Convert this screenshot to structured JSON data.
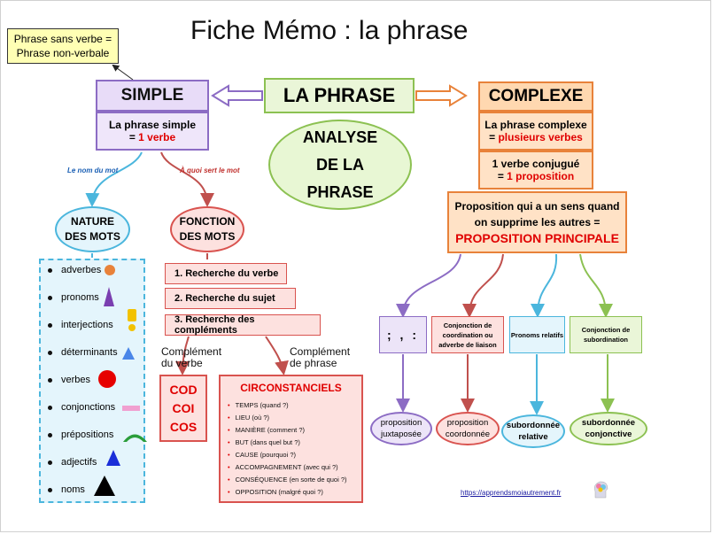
{
  "title": "Fiche Mémo : la phrase",
  "note": {
    "line1": "Phrase sans verbe =",
    "line2": "Phrase non-verbale"
  },
  "center": {
    "label": "LA PHRASE",
    "analyse": [
      "ANALYSE",
      "DE LA",
      "PHRASE"
    ]
  },
  "simple": {
    "label": "SIMPLE",
    "def_line1": "La phrase simple",
    "def_line2_prefix": "= ",
    "def_line2_value": "1 verbe",
    "branch_left": "Le nom du mot",
    "branch_right": "À quoi sert le mot"
  },
  "nature": {
    "title_line1": "NATURE",
    "title_line2": "DES MOTS",
    "items": [
      "adverbes",
      "pronoms",
      "interjections",
      "déterminants",
      "verbes",
      "conjonctions",
      "prépositions",
      "adjectifs",
      "noms"
    ]
  },
  "fonction": {
    "title_line1": "FONCTION",
    "title_line2": "DES MOTS",
    "steps": [
      "1.  Recherche du verbe",
      "2.  Recherche du sujet",
      "3.  Recherche des compléments"
    ],
    "complement_verbe": [
      "Complément",
      "du verbe"
    ],
    "complement_phrase": [
      "Complément",
      "de phrase"
    ],
    "cod_list": [
      "COD",
      "COI",
      "COS"
    ],
    "circ_title": "CIRCONSTANCIELS",
    "circ_items": [
      "TEMPS (quand ?)",
      "LIEU (où ?)",
      "MANIÈRE (comment ?)",
      "BUT (dans quel but ?)",
      "CAUSE (pourquoi ?)",
      "ACCOMPAGNEMENT (avec qui ?)",
      "CONSÉQUENCE (en sorte de quoi ?)",
      "OPPOSITION (malgré quoi ?)"
    ]
  },
  "complexe": {
    "label": "COMPLEXE",
    "def_line1": "La phrase complexe",
    "def_line2_prefix": "= ",
    "def_line2_value": "plusieurs verbes",
    "verb_line1": "1 verbe conjugué",
    "verb_line2_prefix": "= ",
    "verb_line2_value": "1 proposition",
    "princ_line1": "Proposition qui a un sens quand",
    "princ_line2": "on supprime les autres =",
    "princ_line3": "PROPOSITION PRINCIPALE",
    "links": [
      {
        "label": "; , :",
        "result": [
          "proposition",
          "juxtaposée"
        ]
      },
      {
        "label": "Conjonction de coordination  ou adverbe de liaison",
        "result": [
          "proposition",
          "coordonnée"
        ]
      },
      {
        "label": "Pronoms relatifs",
        "result": [
          "subordonnée",
          "relative"
        ]
      },
      {
        "label": "Conjonction de subordination",
        "result": [
          "subordonnée",
          "conjonctive"
        ]
      }
    ]
  },
  "footer": {
    "url": "https://apprendsmoiautrement.fr"
  },
  "colors": {
    "purple": "#8c6cc4",
    "green": "#8cc152",
    "orange": "#e8823a",
    "red": "#d9534f",
    "blue": "#4bb6dd",
    "accent_red": "#e00000"
  }
}
